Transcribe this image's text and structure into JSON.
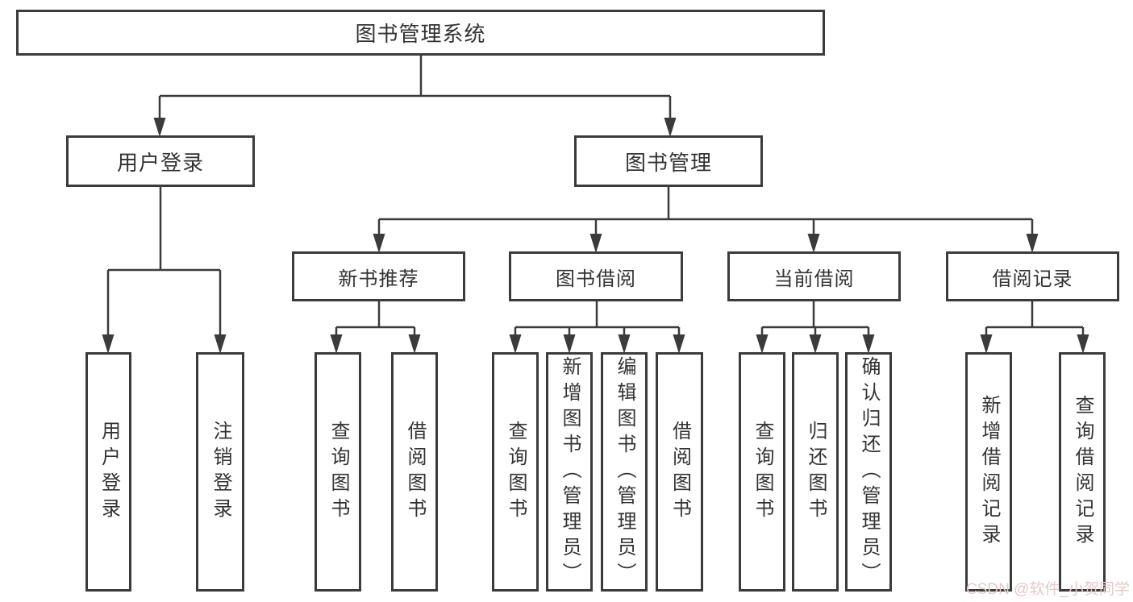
{
  "tree": {
    "label": "图书管理系统",
    "children": [
      {
        "label": "用户登录",
        "children": [
          {
            "label": "用户登录"
          },
          {
            "label": "注销登录"
          }
        ]
      },
      {
        "label": "图书管理",
        "children": [
          {
            "label": "新书推荐",
            "children": [
              {
                "label": "查询图书"
              },
              {
                "label": "借阅图书"
              }
            ]
          },
          {
            "label": "图书借阅",
            "children": [
              {
                "label": "查询图书"
              },
              {
                "label": "新增图书（管理员）"
              },
              {
                "label": "编辑图书（管理员）"
              },
              {
                "label": "借阅图书"
              }
            ]
          },
          {
            "label": "当前借阅",
            "children": [
              {
                "label": "查询图书"
              },
              {
                "label": "归还图书"
              },
              {
                "label": "确认归还（管理员）"
              }
            ]
          },
          {
            "label": "借阅记录",
            "children": [
              {
                "label": "新增借阅记录"
              },
              {
                "label": "查询借阅记录"
              }
            ]
          }
        ]
      }
    ]
  },
  "watermark": {
    "text": "CSDN @软件_小贺同学",
    "color": "#e5c9c9"
  },
  "colors": {
    "line": "#3b3b3b",
    "box_border": "#3b3b3b",
    "text": "#333333",
    "background": "#ffffff"
  }
}
